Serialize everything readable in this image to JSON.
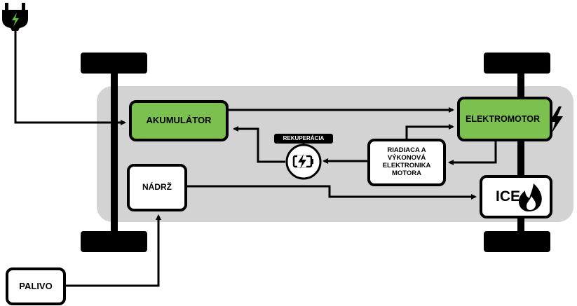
{
  "colors": {
    "accent_green": "#7CC14F",
    "plug_icon_green": "#5CBF3A",
    "platform_gray": "#D3D3D3",
    "stroke": "#000000"
  },
  "labels": {
    "akumulator": "AKUMULÁTOR",
    "elektromotor": "ELEKTROMOTOR",
    "rekuperacia": "REKUPERÁCIA",
    "riadiaca": "RIADIACA A\nVÝKONOVÁ\nELEKTRONIKA\nMOTORA",
    "nadrz": "NÁDRŽ",
    "ice": "ICE",
    "palivo": "PALIVO"
  },
  "icons": {
    "charging_plug": "plug-icon",
    "motor_bolt": "lightning-bolt-icon",
    "recuperation": "battery-charge-icon",
    "engine_flame": "flame-icon"
  }
}
